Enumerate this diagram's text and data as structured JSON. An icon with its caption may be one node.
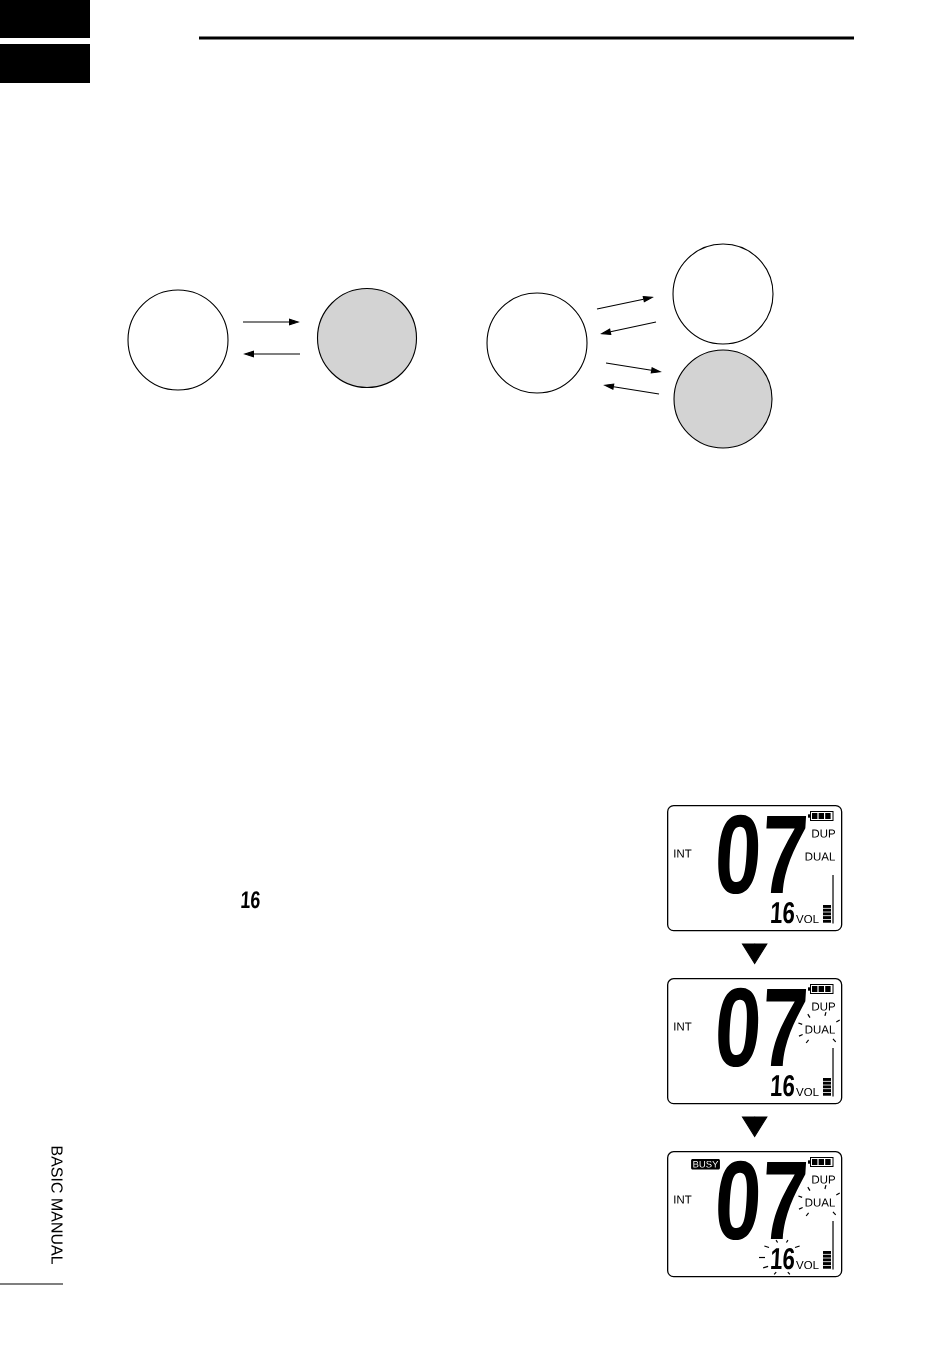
{
  "diagram": {
    "nodes": [
      {
        "text": [],
        "shape": "box"
      },
      {
        "text": [],
        "shape": "box"
      },
      {
        "text": [],
        "shape": "circle"
      },
      {
        "text": [],
        "shape": "circle"
      },
      {
        "text": [],
        "shape": "circle"
      },
      {
        "text": [],
        "shape": "circle"
      },
      {
        "text": [],
        "shape": "circle"
      },
      {
        "text": [
          "INT",
          "07",
          "DUP",
          "DUAL",
          "16",
          "VOL"
        ]
      },
      {
        "text": [
          "INT",
          "07",
          "DUP",
          "DUAL",
          "16",
          "VOL"
        ]
      },
      {
        "text": [
          "BUSY",
          "INT",
          "07",
          "DUP",
          "DUAL",
          "16",
          "VOL"
        ]
      }
    ],
    "edges": [
      {
        "from": 2,
        "to": 3,
        "arrow": "to"
      },
      {
        "from": 3,
        "to": 2,
        "arrow": "to"
      },
      {
        "from": 4,
        "to": 5,
        "arrow": "to"
      },
      {
        "from": 5,
        "to": 4,
        "arrow": "to"
      },
      {
        "from": 4,
        "to": 6,
        "arrow": "to"
      },
      {
        "from": 6,
        "to": 4,
        "arrow": "to"
      },
      {
        "from": 7,
        "to": 8,
        "arrow": "to"
      },
      {
        "from": 8,
        "to": 9,
        "arrow": "to"
      }
    ],
    "labels": [
      "16",
      "BASIC MANUAL"
    ]
  }
}
